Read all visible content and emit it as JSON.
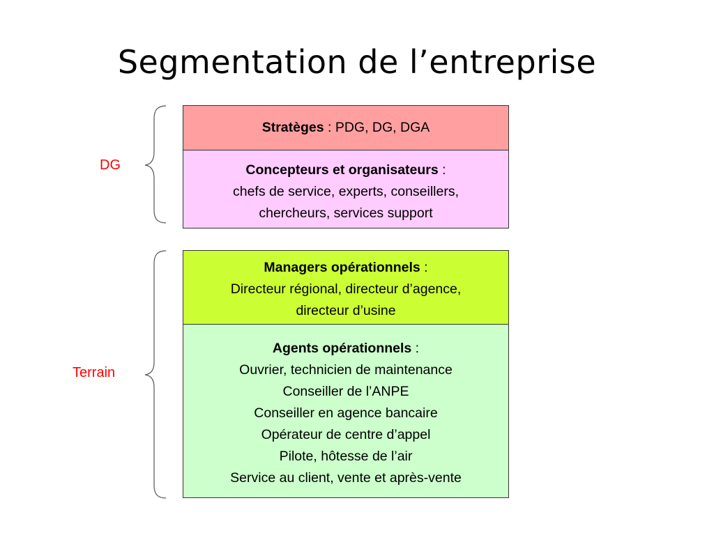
{
  "title": "Segmentation de l’entreprise",
  "groups": [
    {
      "label": "DG",
      "color": "#ff0000"
    },
    {
      "label": "Terrain",
      "color": "#ff0000"
    }
  ],
  "boxes": [
    {
      "heading": "Stratèges",
      "separator": " : ",
      "first_text": "PDG, DG, DGA",
      "lines": [],
      "color": "#ff9f9f"
    },
    {
      "heading": "Concepteurs et organisateurs",
      "separator": " :",
      "first_text": "",
      "lines": [
        "chefs de service, experts, conseillers,",
        "chercheurs, services support"
      ],
      "color": "#ffccff"
    },
    {
      "heading": "Managers opérationnels",
      "separator": " :",
      "first_text": "",
      "lines": [
        "Directeur régional, directeur d’agence,",
        "directeur d’usine"
      ],
      "color": "#ccff33"
    },
    {
      "heading": "Agents opérationnels",
      "separator": " :",
      "first_text": "",
      "lines": [
        "Ouvrier, technicien de maintenance",
        "Conseiller de l’ANPE",
        "Conseiller en agence bancaire",
        "Opérateur de centre d’appel",
        "Pilote, hôtesse de l’air",
        "Service au client, vente et après-vente"
      ],
      "color": "#ccffcc"
    }
  ]
}
